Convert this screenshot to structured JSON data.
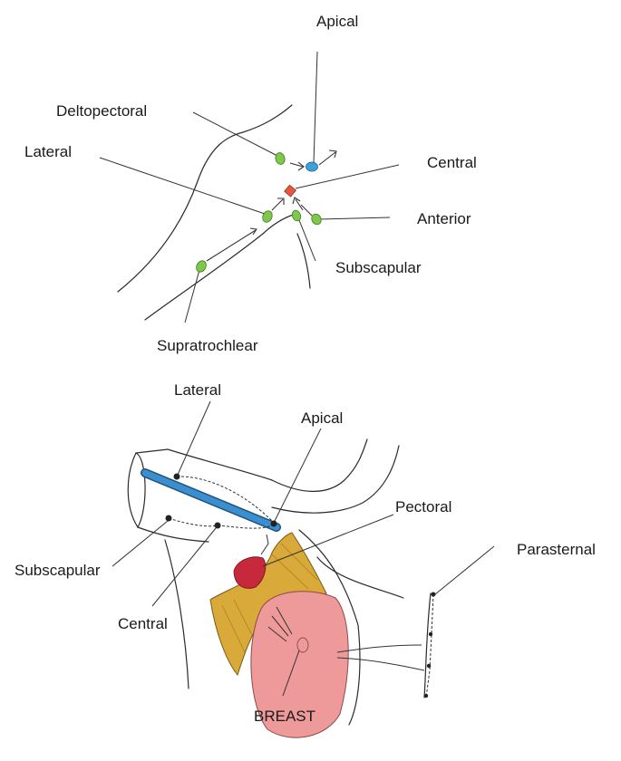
{
  "upper_diagram": {
    "labels": {
      "apical": "Apical",
      "deltopectoral": "Deltopectoral",
      "lateral": "Lateral",
      "central": "Central",
      "anterior": "Anterior",
      "subscapular": "Subscapular",
      "supratrochlear": "Supratrochlear"
    },
    "colors": {
      "green_node": "#7fc94a",
      "apical_node": "#3f9fd8",
      "central_node": "#e8563c"
    }
  },
  "lower_diagram": {
    "labels": {
      "lateral": "Lateral",
      "apical": "Apical",
      "pectoral": "Pectoral",
      "parasternal": "Parasternal",
      "subscapular": "Subscapular",
      "central": "Central",
      "breast": "BREAST"
    },
    "colors": {
      "vessel": "#3a8fd0",
      "pectoralis": "#d9a93a",
      "breast": "#ef9a9a",
      "tissue": "#c8283c"
    }
  }
}
